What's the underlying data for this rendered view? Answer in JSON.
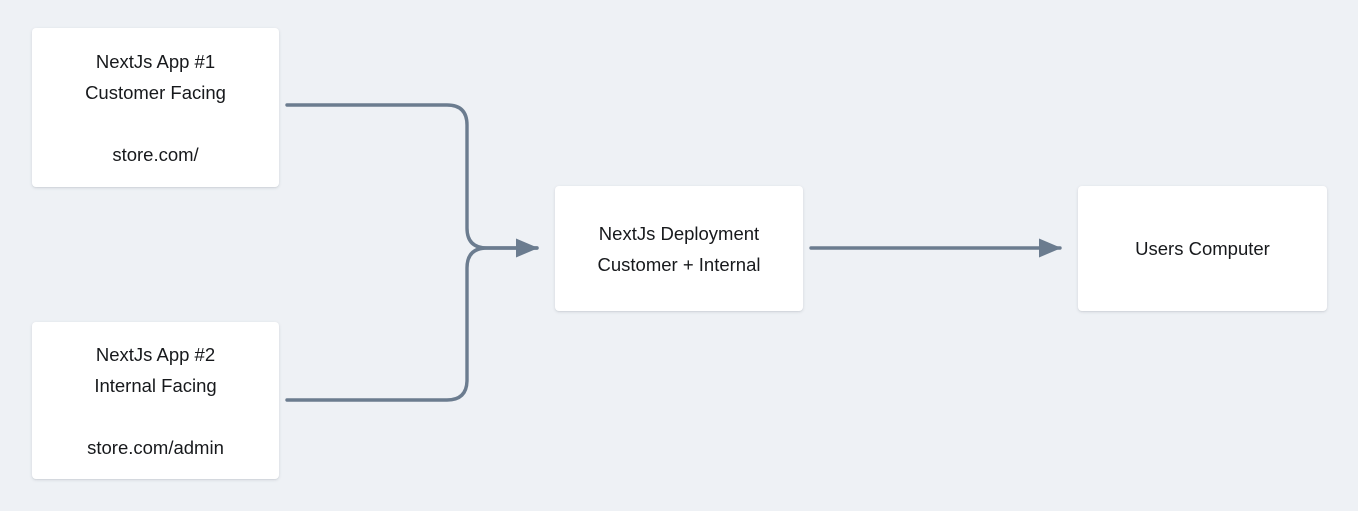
{
  "diagram": {
    "background_color": "#eef1f5",
    "node_fill_color": "#ffffff",
    "edge_color": "#6b7c8f",
    "text_color": "#17191c",
    "nodes": [
      {
        "id": "app1",
        "name": "nextjs-app-1",
        "lines": [
          "NextJs App #1",
          "Customer Facing"
        ],
        "url": "store.com/"
      },
      {
        "id": "app2",
        "name": "nextjs-app-2",
        "lines": [
          "NextJs App #2",
          "Internal Facing"
        ],
        "url": "store.com/admin"
      },
      {
        "id": "deploy",
        "name": "nextjs-deployment",
        "lines": [
          "NextJs Deployment",
          "Customer + Internal"
        ],
        "url": ""
      },
      {
        "id": "users",
        "name": "users-computer",
        "lines": [
          "Users Computer"
        ],
        "url": ""
      }
    ],
    "edges": [
      {
        "id": "app1-to-deploy",
        "from": "app1",
        "to": "deploy",
        "arrowhead": true
      },
      {
        "id": "app2-to-deploy",
        "from": "app2",
        "to": "deploy",
        "arrowhead": true
      },
      {
        "id": "deploy-to-users",
        "from": "deploy",
        "to": "users",
        "arrowhead": true
      }
    ]
  }
}
